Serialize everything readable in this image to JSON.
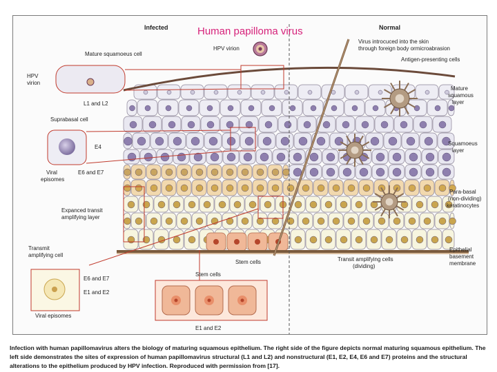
{
  "title": "Human papilloma virus",
  "headers": {
    "infected": "Infected",
    "normal": "Normal"
  },
  "labels": {
    "hpv_virion": "HPV virion",
    "mature_squamous_cell": "Mature squamoeus cell",
    "hpv_virion_left_1": "HPV",
    "hpv_virion_left_2": "virion",
    "l1_l2": "L1 and L2",
    "suprabasal_cell": "Suprabasal cell",
    "e4": "E4",
    "viral_episomes_1": "Viral",
    "viral_episomes_2": "episomes",
    "e6_e7_top": "E6 and E7",
    "expanded_1": "Expanced transit",
    "expanded_2": "amplifying layer",
    "transmit_1": "Transmit",
    "transmit_2": "amplifying cell",
    "e6_e7_bottom": "E6 and E7",
    "e1_e2_inset": "E1 and E2",
    "viral_episomes_bottom": "Viral episomes",
    "stem_cells_mid": "Stem cells",
    "stem_cells_inset": "Stem cells",
    "e1_e2_bottom": "E1 and E2",
    "virus_intro_1": "Virus introcuced into the skin",
    "virus_intro_2": "through foreign body ormicroabrasion",
    "antigen_cells": "Antigen-presenting cells",
    "mature_layer_1": "Mature",
    "mature_layer_2": "squamous",
    "mature_layer_3": "layer",
    "squamous_layer_1": "Squamoeus",
    "squamous_layer_2": "layer",
    "parabasal_1": "Para-basal",
    "parabasal_2": "(non-dividing)",
    "parabasal_3": "keratinocytes",
    "basement_1": "Epithelial",
    "basement_2": "basement",
    "basement_3": "membrane",
    "transit_dividing_1": "Transit amplifying cells",
    "transit_dividing_2": "(dividing)"
  },
  "caption": "Infection with human papillomavirus alters the biology of maturing squamous epithelium. The right side of the figure depicts normal maturing squamous epithelium. The left side demonstrates the sites of expression of human papillomavirus structural (L1 and L2) and nonstructural (E1, E2, E4, E6 and E7) proteins and the structural alterations to the epithelium produced by HPV infection. Reproduced with permission from [17].",
  "colors": {
    "title": "#d6217a",
    "callout_red": "#c0392b",
    "mature_cell_fill": "#eeedf4",
    "squamous_cell_fill": "#e9e8f1",
    "nucleus_purple": "#8e7fae",
    "parabasal_fill": "#f2d9ae",
    "basal_fill": "#f7f5df",
    "stem_fill": "#f0b898",
    "stem_nucleus": "#b5462b",
    "apc_fill": "#b39b82"
  },
  "icons": [
    "hpv-virion-icon",
    "antigen-presenting-cell-icon",
    "needle-icon"
  ]
}
